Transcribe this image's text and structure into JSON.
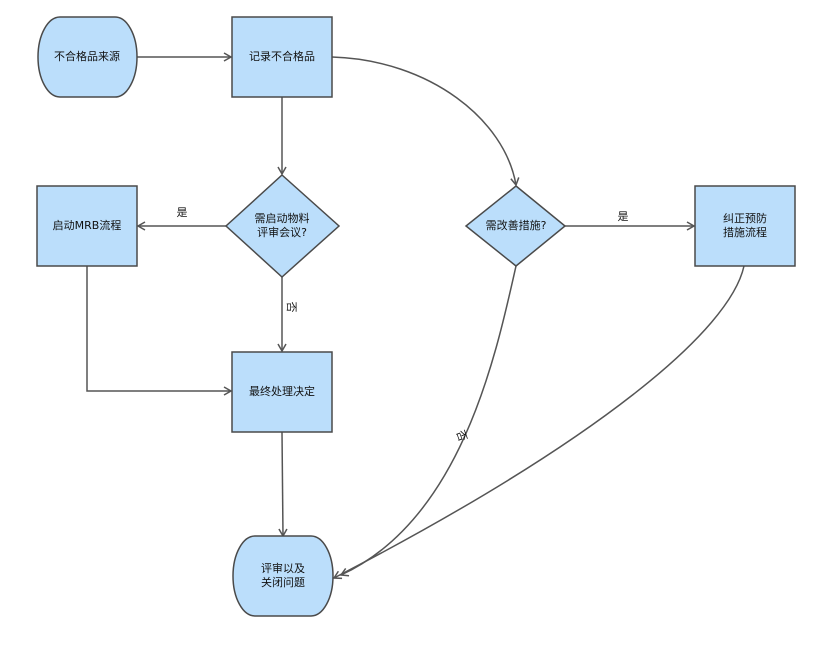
{
  "colors": {
    "node_fill": "#bbdefb",
    "node_stroke": "#4a4a4a",
    "edge": "#555555"
  },
  "nodes": {
    "source": {
      "line1": "不合格品来源"
    },
    "record": {
      "line1": "记录不合格品"
    },
    "mrb_decision": {
      "line1": "需启动物料",
      "line2": "评审会议?"
    },
    "start_mrb": {
      "line1": "启动MRB流程"
    },
    "final_decision": {
      "line1": "最终处理决定"
    },
    "improve_decision": {
      "line1": "需改善措施?"
    },
    "corrective": {
      "line1": "纠正预防",
      "line2": "措施流程"
    },
    "close": {
      "line1": "评审以及",
      "line2": "关闭问题"
    }
  },
  "edges": {
    "mrb_yes": "是",
    "mrb_no": "否",
    "improve_yes": "是",
    "improve_no": "否"
  }
}
